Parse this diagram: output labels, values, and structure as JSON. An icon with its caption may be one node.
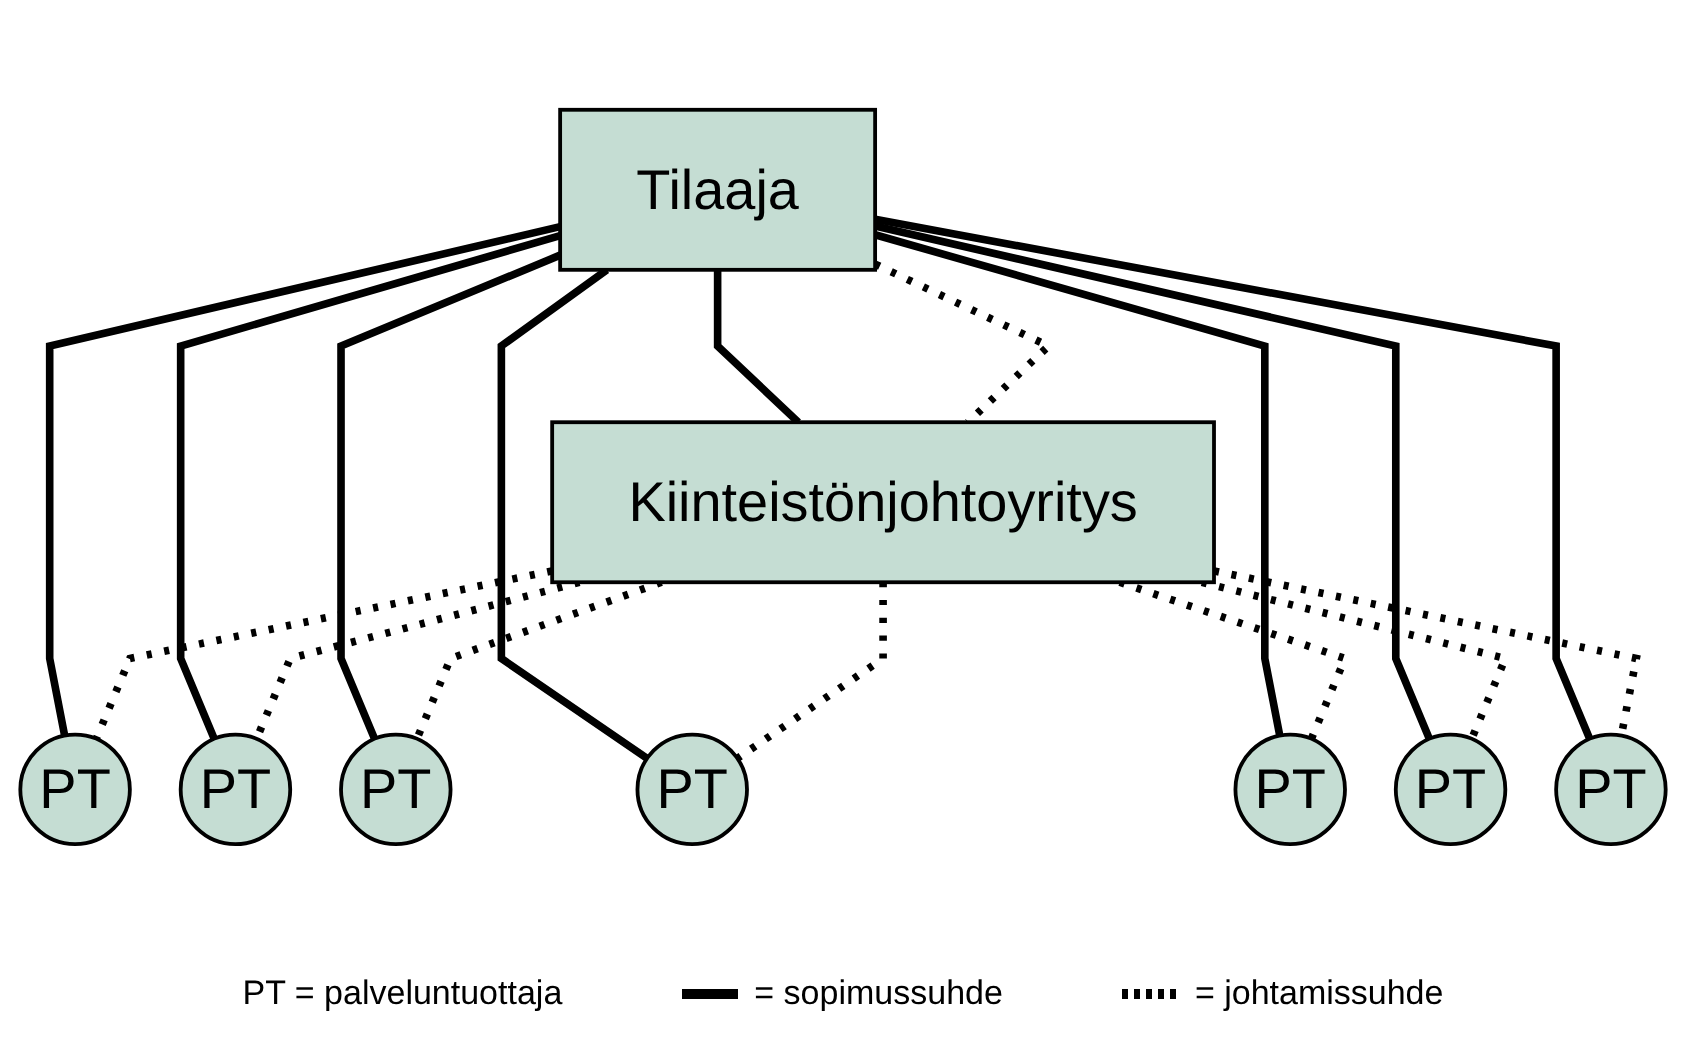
{
  "diagram": {
    "nodes": [
      {
        "text": [
          "Tilaaja"
        ]
      },
      {
        "text": [
          "Kiinteistönjohtoyritys"
        ]
      },
      {
        "text": [
          "PT"
        ]
      },
      {
        "text": [
          "PT"
        ]
      },
      {
        "text": [
          "PT"
        ]
      },
      {
        "text": [
          "PT"
        ]
      },
      {
        "text": [
          "PT"
        ]
      },
      {
        "text": [
          "PT"
        ]
      },
      {
        "text": [
          "PT"
        ]
      }
    ],
    "edges": [
      {
        "from": 0,
        "to": 1,
        "arrow": "none"
      },
      {
        "from": 0,
        "to": 1,
        "arrow": "none",
        "style": "dashed"
      },
      {
        "from": 0,
        "to": 2,
        "arrow": "none"
      },
      {
        "from": 0,
        "to": 3,
        "arrow": "none"
      },
      {
        "from": 0,
        "to": 4,
        "arrow": "none"
      },
      {
        "from": 0,
        "to": 5,
        "arrow": "none"
      },
      {
        "from": 0,
        "to": 6,
        "arrow": "none"
      },
      {
        "from": 0,
        "to": 7,
        "arrow": "none"
      },
      {
        "from": 0,
        "to": 8,
        "arrow": "none"
      },
      {
        "from": 1,
        "to": 2,
        "arrow": "none",
        "style": "dashed"
      },
      {
        "from": 1,
        "to": 3,
        "arrow": "none",
        "style": "dashed"
      },
      {
        "from": 1,
        "to": 4,
        "arrow": "none",
        "style": "dashed"
      },
      {
        "from": 1,
        "to": 5,
        "arrow": "none",
        "style": "dashed"
      },
      {
        "from": 1,
        "to": 6,
        "arrow": "none",
        "style": "dashed"
      },
      {
        "from": 1,
        "to": 7,
        "arrow": "none",
        "style": "dashed"
      },
      {
        "from": 1,
        "to": 8,
        "arrow": "none",
        "style": "dashed"
      }
    ],
    "labels": [
      "PT = palveluntuottaja"
    ],
    "legend": [
      {
        "text": "= sopimussuhde"
      },
      {
        "text": "= johtamissuhde"
      }
    ]
  }
}
